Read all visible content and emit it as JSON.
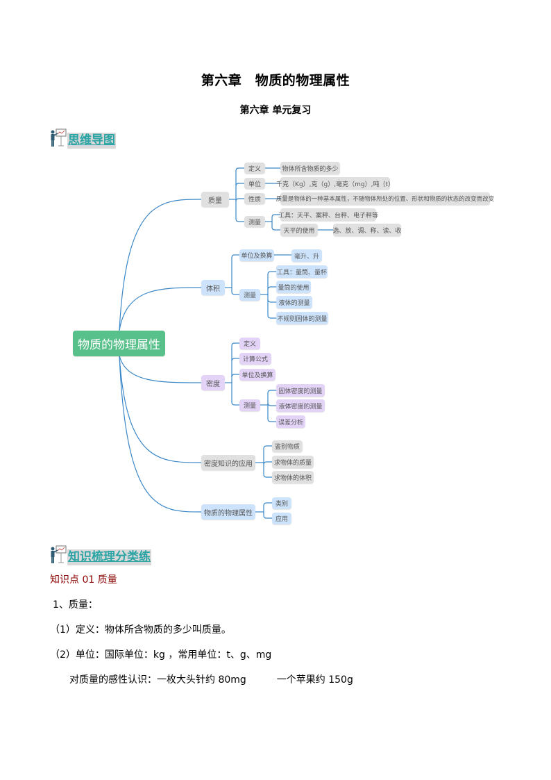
{
  "header": {
    "title": "第六章　物质的物理属性",
    "subtitle": "第六章 单元复习"
  },
  "sections": {
    "mindmap_heading": "思维导图",
    "knowledge_heading": "知识梳理分类练"
  },
  "mindmap": {
    "root": "物质的物理属性",
    "branches": {
      "mass": {
        "label": "质量",
        "definition": {
          "label": "定义",
          "detail": "物体所含物质的多少"
        },
        "unit": {
          "label": "单位",
          "detail": "千克（Kg）,克（g）,毫克（mg）,吨（t）"
        },
        "property": {
          "label": "性质",
          "detail": "质量是物体的一种基本属性，不随物体所处的位置、形状和物质的状态的改变而改变"
        },
        "measure": {
          "label": "测量",
          "tools": "工具：天平、案秤、台秤、电子秤等",
          "balance_use": "天平的使用",
          "balance_steps": "选、放、调、称、读、收"
        }
      },
      "volume": {
        "label": "体积",
        "unit": {
          "label": "单位及换算",
          "detail": "毫升、升"
        },
        "measure": {
          "label": "测量",
          "items": [
            "工具：量筒、量杯",
            "量筒的使用",
            "液体的测量",
            "不规则固体的测量"
          ]
        }
      },
      "density": {
        "label": "密度",
        "items": [
          "定义",
          "计算公式",
          "单位及换算"
        ],
        "measure": {
          "label": "测量",
          "items": [
            "固体密度的测量",
            "液体密度的测量",
            "误差分析"
          ]
        }
      },
      "density_app": {
        "label": "密度知识的应用",
        "items": [
          "鉴别物质",
          "求物体的质量",
          "求物体的体积"
        ]
      },
      "physical_props": {
        "label": "物质的物理属性",
        "items": [
          "类别",
          "应用"
        ]
      }
    }
  },
  "knowledge": {
    "point_title": "知识点 01 质量",
    "lines": [
      "1、质量：",
      "（1）定义：物体所含物质的多少叫质量。",
      "（2）单位：国际单位：kg ，常用单位：t、g、mg"
    ],
    "perception_left": "对质量的感性认识：一枚大头针约 80mg",
    "perception_right": "一个苹果约 150g"
  },
  "colors": {
    "root": "#58c08a",
    "connector": "#3a87c8",
    "heading_text": "#2aa4a4",
    "knowledge_point": "#8b0000"
  }
}
